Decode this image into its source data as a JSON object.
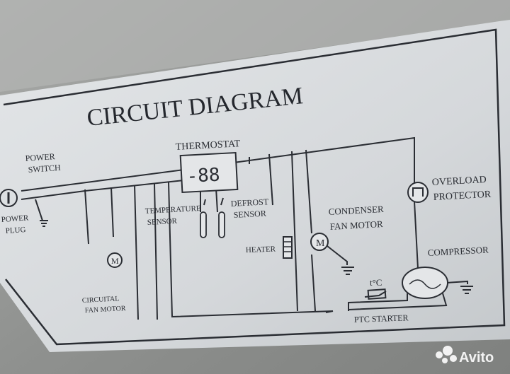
{
  "photo": {
    "subject": "refrigerator circuit diagram label"
  },
  "diagram": {
    "title": "CIRCUIT DIAGRAM",
    "labels": {
      "thermostat": "THERMOSTAT",
      "display": "-88",
      "power_switch_1": "POWER",
      "power_switch_2": "SWITCH",
      "power_plug_1": "POWER",
      "power_plug_2": "PLUG",
      "temp_sensor_1": "TEMPERATURE",
      "temp_sensor_2": "SENSOR",
      "defrost_sensor_1": "DEFROST",
      "defrost_sensor_2": "SENSOR",
      "heater": "HEATER",
      "condenser_1": "CONDENSER",
      "condenser_2": "FAN MOTOR",
      "overload_1": "OVERLOAD",
      "overload_2": "PROTECTOR",
      "compressor": "COMPRESSOR",
      "ptc": "PTC STARTER",
      "temp_symbol": "t°C",
      "circulating_1": "CIRCUITAL",
      "circulating_2": "FAN MOTOR",
      "motor_symbol": "M"
    }
  },
  "watermark": {
    "text": "Avito"
  },
  "colors": {
    "plate": "#d9dcdf",
    "ink": "#2a2d33",
    "background": "#9a9c9b"
  }
}
